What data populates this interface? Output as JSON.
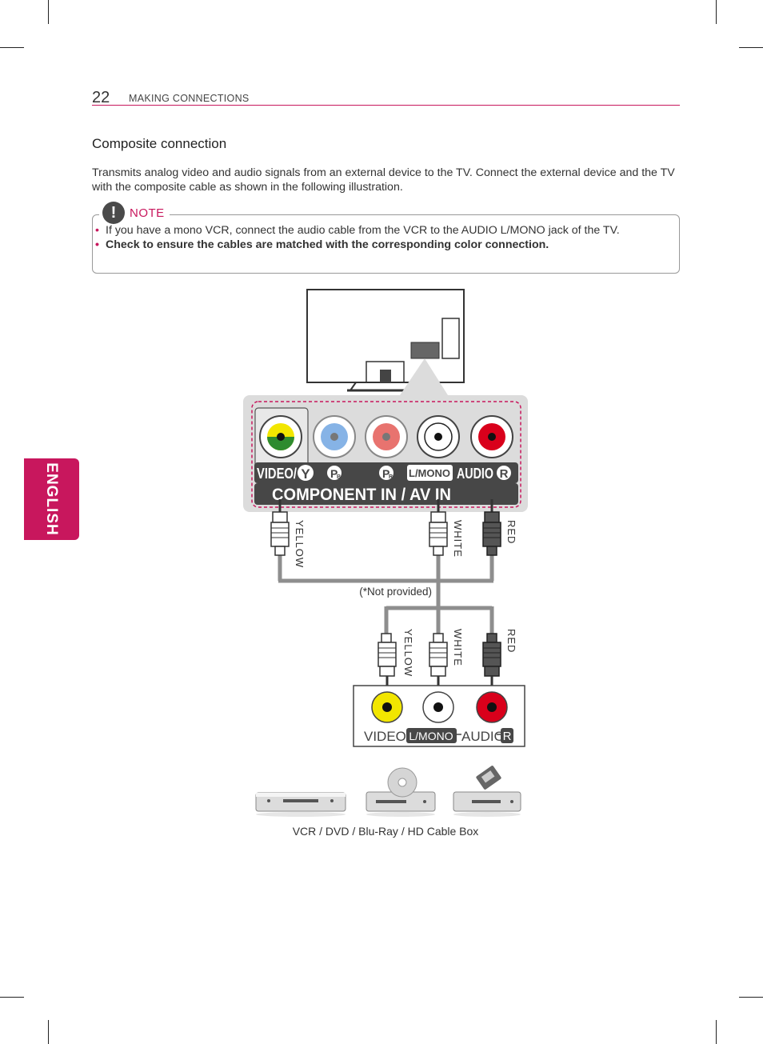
{
  "side_tab": {
    "label": "ENGLISH"
  },
  "header": {
    "page_number": "22",
    "section": "MAKING CONNECTIONS"
  },
  "heading": "Composite connection",
  "intro": "Transmits analog video and audio signals from an external device to the TV. Connect the external device and the TV with the composite cable as shown in the following illustration.",
  "note": {
    "icon": "!",
    "label": "NOTE",
    "items": [
      "If you have a mono VCR, connect the audio cable from the VCR to the AUDIO L/MONO jack of the TV.",
      "Check to ensure the cables are matched with the corresponding color connection."
    ]
  },
  "colors": {
    "accent": "#c8175d",
    "yellow": "#f2e600",
    "green": "#2e8b2e",
    "blue": "#86b3e6",
    "red_light": "#e8736f",
    "red": "#d9001b",
    "cable_gray": "#8e8e8e"
  },
  "diagram": {
    "tv_panel": {
      "video_label": "VIDEO/",
      "y_label": "Y",
      "pb_label": "P",
      "pb_sub": "B",
      "pr_label": "P",
      "pr_sub": "R",
      "lmono_label": "L/MONO",
      "audio_label": "AUDIO",
      "r_label": "R",
      "title": "COMPONENT IN / AV IN"
    },
    "cable_labels_top": [
      "YELLOW",
      "WHITE",
      "RED"
    ],
    "not_provided": "(*Not provided)",
    "cable_labels_bottom": [
      "YELLOW",
      "WHITE",
      "RED"
    ],
    "device_panel": {
      "video_label": "VIDEO",
      "lmono_label": "L/MONO",
      "audio_label": "AUDIO",
      "r_label": "R"
    },
    "devices_caption": "VCR / DVD / Blu-Ray / HD Cable Box"
  }
}
